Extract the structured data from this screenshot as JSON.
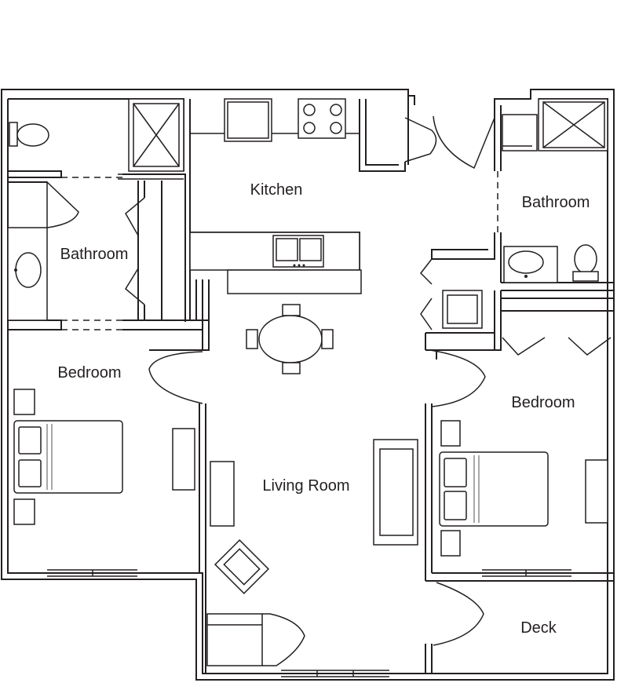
{
  "rooms": {
    "kitchen": "Kitchen",
    "bathroom_left": "Bathroom",
    "bathroom_right": "Bathroom",
    "bedroom_left": "Bedroom",
    "bedroom_right": "Bedroom",
    "living_room": "Living Room",
    "deck": "Deck"
  },
  "colors": {
    "line": "#231f20",
    "accent_line": "#8c8c8c",
    "background": "#ffffff"
  }
}
